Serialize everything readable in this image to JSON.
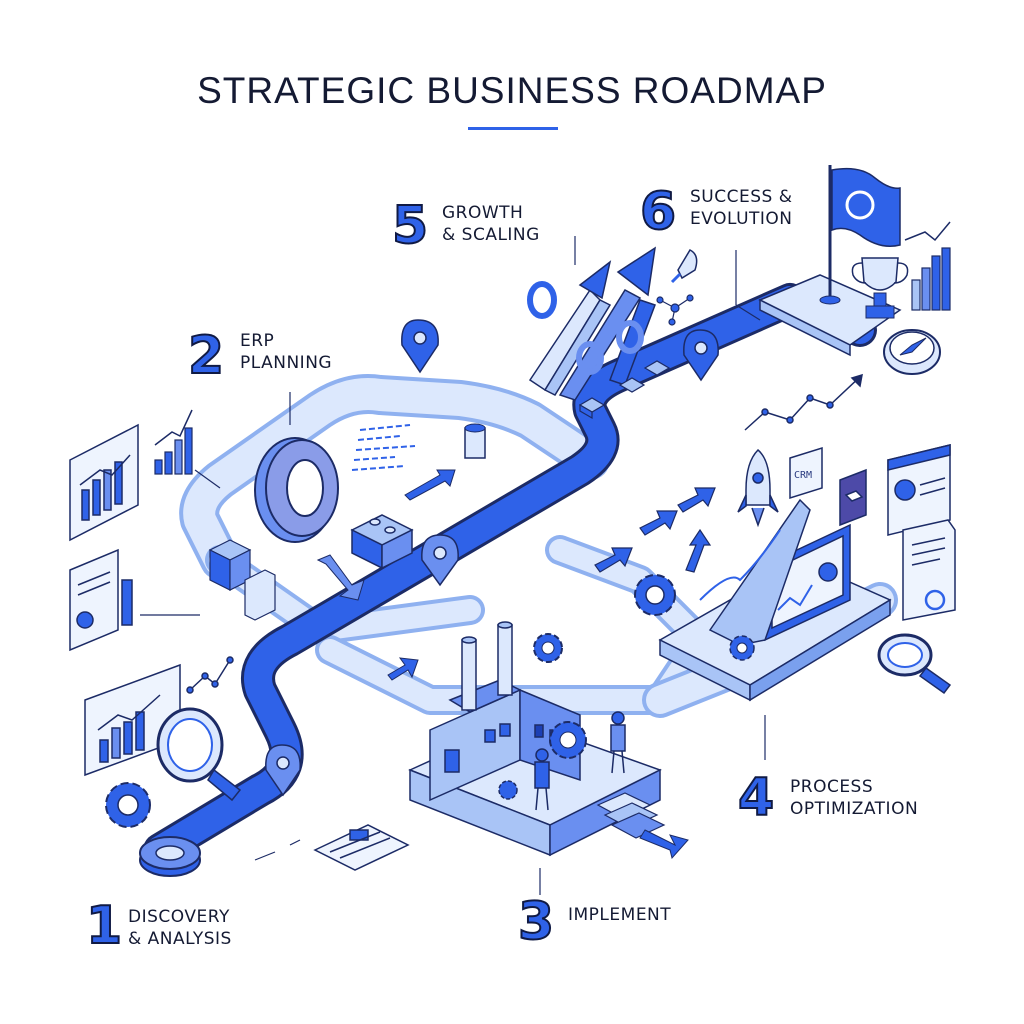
{
  "title": "STRATEGIC BUSINESS ROADMAP",
  "stages": [
    {
      "number": "1",
      "line1": "DISCOVERY",
      "line2": "& ANALYSIS"
    },
    {
      "number": "2",
      "line1": "ERP",
      "line2": "PLANNING"
    },
    {
      "number": "3",
      "line1": "IMPLEMENT",
      "line2": ""
    },
    {
      "number": "4",
      "line1": "PROCESS",
      "line2": "OPTIMIZATION"
    },
    {
      "number": "5",
      "line1": "GROWTH",
      "line2": "& SCALING"
    },
    {
      "number": "6",
      "line1": "SUCCESS &",
      "line2": "EVOLUTION"
    }
  ],
  "tags": {
    "crm": "CRM"
  },
  "colors": {
    "road": "#2f62e8",
    "road_dark": "#1c3fb5",
    "pale": "#cfe0fb",
    "pale_edge": "#8fb1f0",
    "ink": "#141a33",
    "accent": "#2f62e8"
  },
  "icons": [
    "bar-chart-icon",
    "magnifier-icon",
    "gear-icon",
    "pin-icon",
    "factory-icon",
    "worker-icon",
    "rocket-icon",
    "flag-icon",
    "trophy-icon",
    "compass-icon",
    "crm-card-icon",
    "document-icon",
    "lego-block-icon",
    "growth-arrow-icon"
  ]
}
